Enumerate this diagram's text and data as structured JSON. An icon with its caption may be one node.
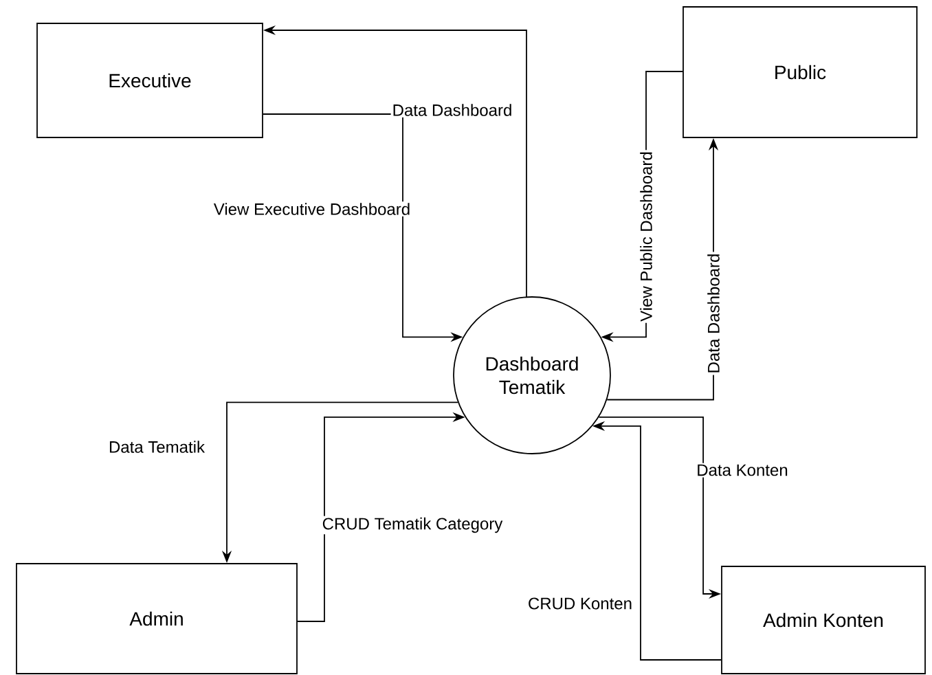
{
  "diagram": {
    "nodes": [
      {
        "text": [
          "Executive"
        ]
      },
      {
        "text": [
          "Public"
        ]
      },
      {
        "text": [
          "Dashboard Tematik"
        ]
      },
      {
        "text": [
          "Admin"
        ]
      },
      {
        "text": [
          "Admin Konten"
        ]
      }
    ],
    "edges": [
      {
        "from": 2,
        "to": 0,
        "arrow": "to",
        "label": "Data Dashboard"
      },
      {
        "from": 0,
        "to": 2,
        "arrow": "to",
        "label": "View Executive Dashboard"
      },
      {
        "from": 1,
        "to": 2,
        "arrow": "to",
        "label": "View Public Dashboard"
      },
      {
        "from": 2,
        "to": 1,
        "arrow": "to",
        "label": "Data Dashboard"
      },
      {
        "from": 2,
        "to": 3,
        "arrow": "to",
        "label": "Data Tematik"
      },
      {
        "from": 3,
        "to": 2,
        "arrow": "to",
        "label": "CRUD Tematik Category"
      },
      {
        "from": 2,
        "to": 4,
        "arrow": "to",
        "label": "Data Konten"
      },
      {
        "from": 4,
        "to": 2,
        "arrow": "to",
        "label": "CRUD Konten"
      }
    ]
  }
}
